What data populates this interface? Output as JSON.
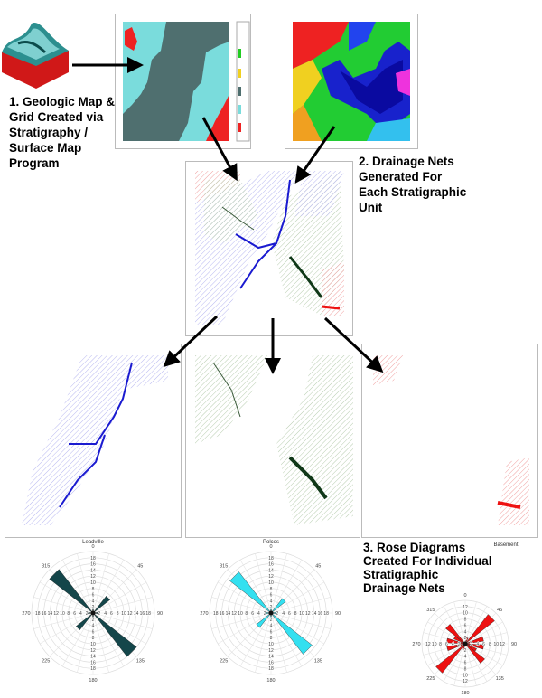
{
  "steps": {
    "step1": [
      "1. Geologic Map &",
      "Grid Created via",
      "Stratigraphy /",
      "Surface Map",
      "Program"
    ],
    "step2": [
      "2. Drainage Nets",
      "Generated For",
      "Each Stratigraphic",
      "Unit"
    ],
    "step3": [
      "3. Rose Diagrams",
      "Created For Individual",
      "Stratigraphic",
      "Drainage Nets"
    ]
  },
  "geologic_map": {
    "colors": {
      "teal": "#7adcdc",
      "slate": "#4f6f6f",
      "red": "#ee2222",
      "yellow": "#f0d020",
      "green": "#22cc22"
    }
  },
  "rose_diagrams": [
    {
      "title": "Leadville",
      "color": "#14464a",
      "rings": [
        2,
        4,
        6,
        8,
        10,
        12,
        14,
        16,
        18
      ],
      "max": 20,
      "bearings": [
        "0",
        "45",
        "90",
        "135",
        "180",
        "225",
        "270",
        "315"
      ],
      "petals": [
        {
          "dir": 315,
          "value": 18
        },
        {
          "dir": 135,
          "value": 18
        },
        {
          "dir": 45,
          "value": 7
        },
        {
          "dir": 225,
          "value": 7
        },
        {
          "dir": 0,
          "value": 2
        },
        {
          "dir": 90,
          "value": 2
        },
        {
          "dir": 180,
          "value": 2
        },
        {
          "dir": 270,
          "value": 2
        }
      ]
    },
    {
      "title": "Polcos",
      "color": "#33e0f0",
      "rings": [
        2,
        4,
        6,
        8,
        10,
        12,
        14,
        16,
        18
      ],
      "max": 20,
      "bearings": [
        "0",
        "45",
        "90",
        "135",
        "180",
        "225",
        "270",
        "315"
      ],
      "petals": [
        {
          "dir": 315,
          "value": 17
        },
        {
          "dir": 135,
          "value": 17
        },
        {
          "dir": 45,
          "value": 6
        },
        {
          "dir": 225,
          "value": 6
        },
        {
          "dir": 0,
          "value": 2
        },
        {
          "dir": 90,
          "value": 2
        },
        {
          "dir": 180,
          "value": 2
        },
        {
          "dir": 270,
          "value": 2
        }
      ]
    },
    {
      "title": "Basement",
      "color": "#ee1111",
      "rings": [
        2,
        4,
        6,
        8,
        10,
        12
      ],
      "max": 14,
      "bearings": [
        "0",
        "45",
        "90",
        "135",
        "180",
        "225",
        "270",
        "315"
      ],
      "petals": [
        {
          "dir": 45,
          "value": 12
        },
        {
          "dir": 225,
          "value": 12
        },
        {
          "dir": 315,
          "value": 8
        },
        {
          "dir": 135,
          "value": 8
        },
        {
          "dir": 75,
          "value": 6
        },
        {
          "dir": 255,
          "value": 6
        },
        {
          "dir": 100,
          "value": 6
        },
        {
          "dir": 280,
          "value": 6
        },
        {
          "dir": 120,
          "value": 4
        },
        {
          "dir": 300,
          "value": 4
        },
        {
          "dir": 20,
          "value": 2
        },
        {
          "dir": 200,
          "value": 2
        }
      ]
    }
  ]
}
